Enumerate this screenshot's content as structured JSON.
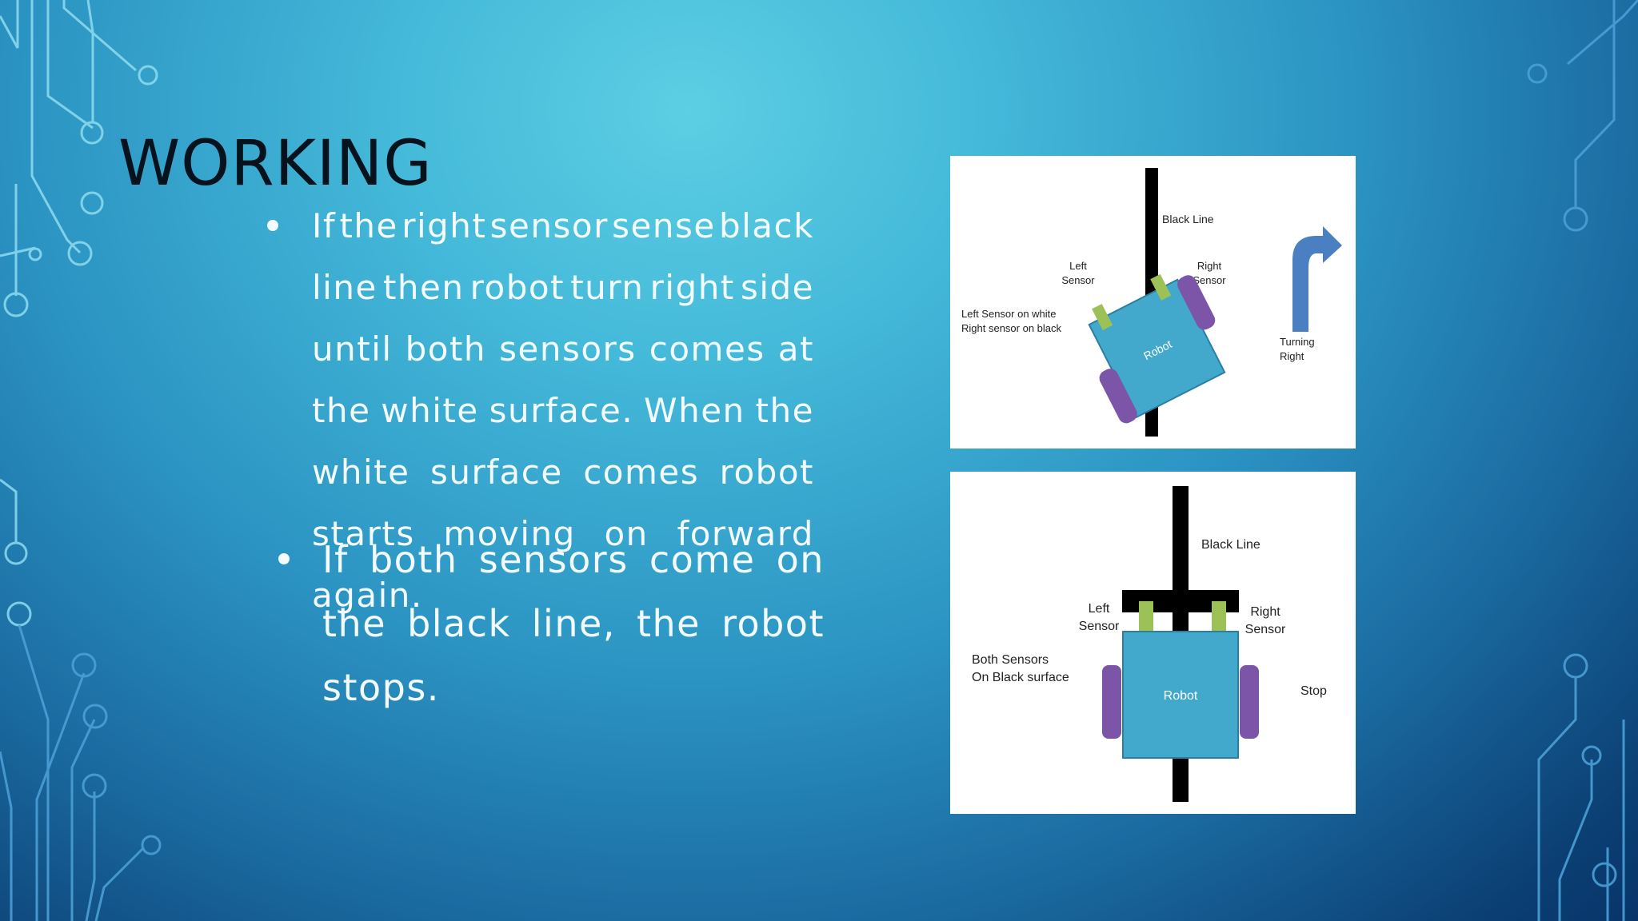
{
  "slide": {
    "title": "WORKING",
    "bullets": [
      {
        "lines": [
          "If the right sensor sense black",
          "line then robot turn right side",
          "until both sensors comes at",
          "the white surface. When the",
          "white surface comes robot",
          "starts moving on forward",
          "again."
        ]
      },
      {
        "lines": [
          "If both sensors come on",
          "the black line, the robot",
          "stops."
        ]
      }
    ]
  },
  "figure_top": {
    "black_line": "Black Line",
    "left_sensor": [
      "Left",
      "Sensor"
    ],
    "right_sensor": [
      "Right",
      "Sensor"
    ],
    "status": [
      "Left Sensor on white",
      "Right sensor on black"
    ],
    "robot": "Robot",
    "turn": [
      "Turning",
      "Right"
    ]
  },
  "figure_bottom": {
    "black_line": "Black Line",
    "left_sensor": [
      "Left",
      "Sensor"
    ],
    "right_sensor": [
      "Right",
      "Sensor"
    ],
    "status": [
      "Both Sensors",
      "On Black surface"
    ],
    "robot": "Robot",
    "stop": "Stop"
  },
  "colors": {
    "robot_body": "#42a9cc",
    "wheel": "#7d55a8",
    "sensor": "#9cc157",
    "arrow": "#4a7fc1"
  }
}
